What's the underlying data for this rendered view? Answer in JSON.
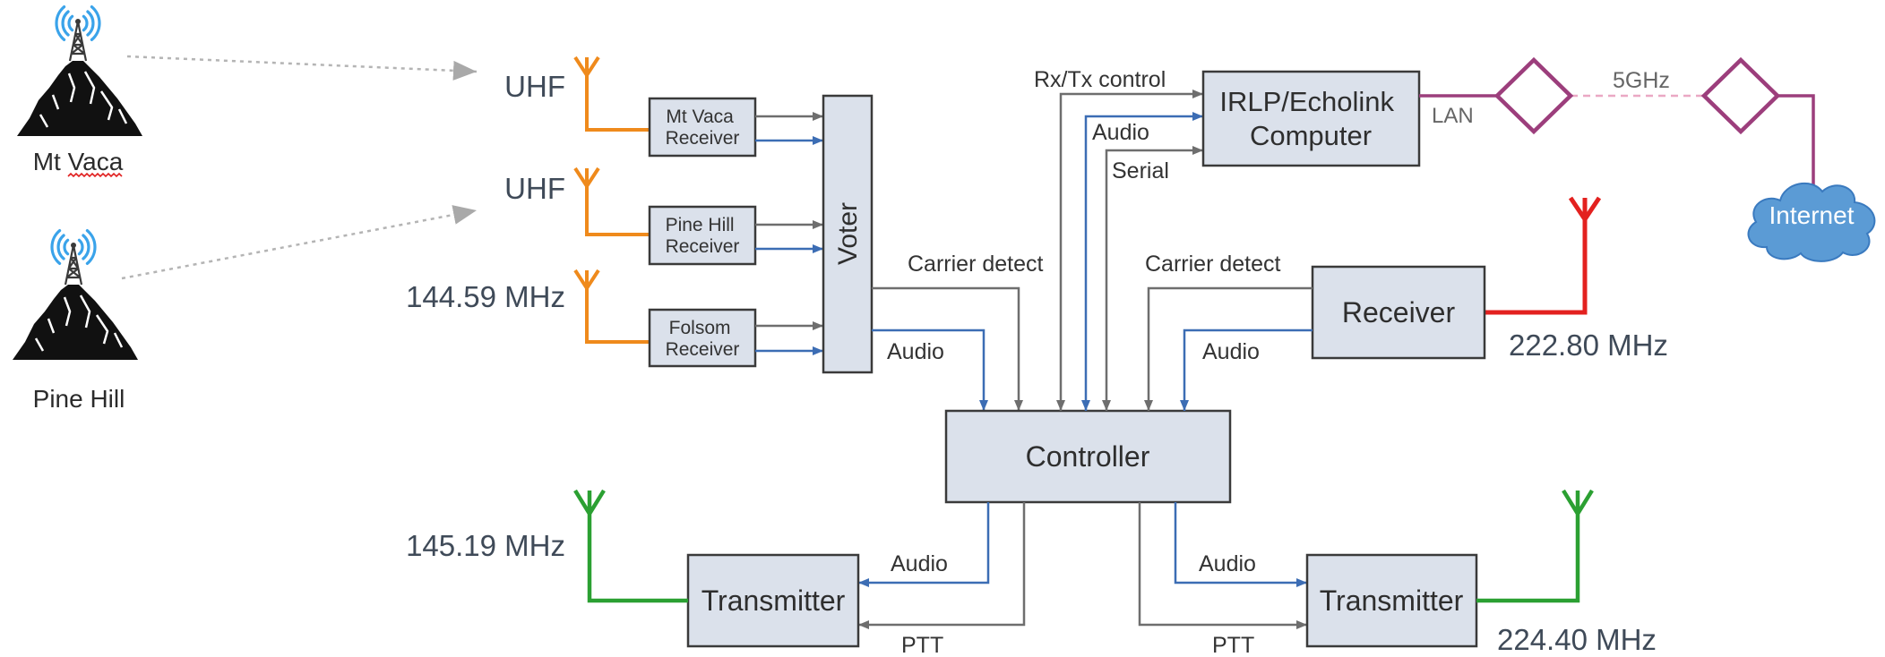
{
  "sites": {
    "mt_vaca": {
      "label": "Mt Vaca"
    },
    "pine_hill": {
      "label": "Pine Hill"
    }
  },
  "antennas": {
    "uhf_1": "UHF",
    "uhf_2": "UHF",
    "vhf_in": "144.59 MHz",
    "rx_right": "222.80 MHz",
    "tx_left": "145.19 MHz",
    "tx_right": "224.40 MHz"
  },
  "receivers": [
    {
      "line1": "Mt Vaca",
      "line2": "Receiver"
    },
    {
      "line1": "Pine Hill",
      "line2": "Receiver"
    },
    {
      "line1": "Folsom",
      "line2": "Receiver"
    }
  ],
  "voter": {
    "label": "Voter"
  },
  "controller": {
    "label": "Controller"
  },
  "computer": {
    "line1": "IRLP/Echolink",
    "line2": "Computer"
  },
  "receiver_main": {
    "label": "Receiver"
  },
  "transmitters": [
    {
      "label": "Transmitter"
    },
    {
      "label": "Transmitter"
    }
  ],
  "signals": {
    "voter_carrier": "Carrier detect",
    "voter_audio": "Audio",
    "rxtx_control": "Rx/Tx control",
    "computer_audio": "Audio",
    "serial": "Serial",
    "receiver_carrier": "Carrier detect",
    "receiver_audio": "Audio",
    "tx_left_audio": "Audio",
    "tx_left_ptt": "PTT",
    "tx_right_audio": "Audio",
    "tx_right_ptt": "PTT"
  },
  "network": {
    "lan": "LAN",
    "link": "5GHz",
    "internet": "Internet"
  },
  "icons": {
    "site": "radio-tower-on-mountain-icon",
    "network_node": "diamond-icon",
    "internet": "cloud-icon",
    "antenna": "antenna-icon"
  },
  "colors": {
    "box_fill": "#dbe1eb",
    "box_stroke": "#3a3a3a",
    "line_gray": "#6e6e6e",
    "line_blue": "#3c6db4",
    "uhf_feed": "#ef8a1c",
    "rx_222_feed": "#e3211f",
    "tx_feed": "#2ba032",
    "network": "#9c3e7c",
    "wireless_link": "#eaa8c4",
    "cloud": "#5b9bd5",
    "radio_waves": "#3aa3ea",
    "site_link": "#b4b4b4",
    "text_dark": "#2b2b2b",
    "freq_text": "#3f4a58"
  }
}
